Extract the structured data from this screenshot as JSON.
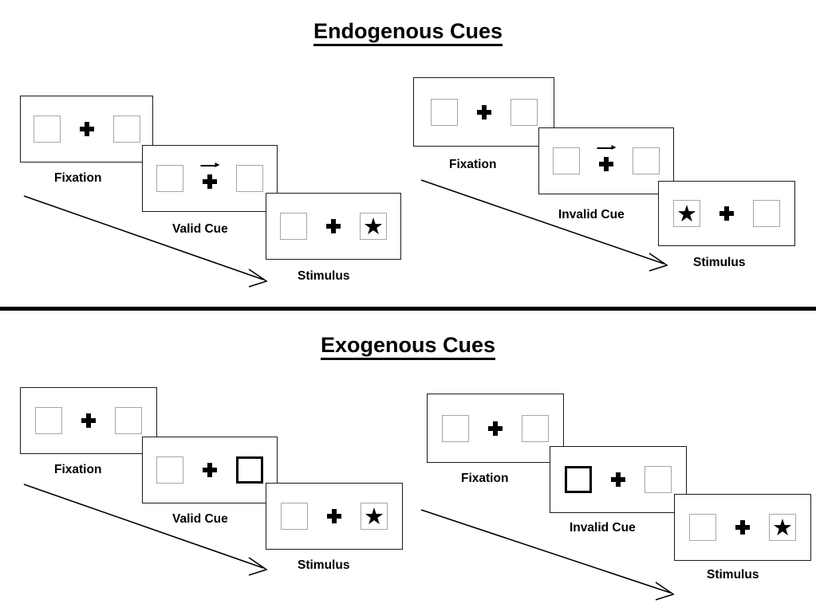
{
  "figure": {
    "title_top": "Endogenous Cues",
    "title_bottom": "Exogenous Cues"
  },
  "sections": [
    {
      "id": "endogenous",
      "title": "Endogenous Cues",
      "sequences": [
        {
          "id": "endogenous-valid",
          "validity": "valid",
          "frames": [
            {
              "caption": "Fixation",
              "cue_type": "none",
              "cue_side": "none",
              "stimulus_side": "none"
            },
            {
              "caption": "Valid Cue",
              "cue_type": "arrow",
              "cue_side": "right",
              "stimulus_side": "none"
            },
            {
              "caption": "Stimulus",
              "cue_type": "none",
              "cue_side": "none",
              "stimulus_side": "right"
            }
          ]
        },
        {
          "id": "endogenous-invalid",
          "validity": "invalid",
          "frames": [
            {
              "caption": "Fixation",
              "cue_type": "none",
              "cue_side": "none",
              "stimulus_side": "none"
            },
            {
              "caption": "Invalid Cue",
              "cue_type": "arrow",
              "cue_side": "right",
              "stimulus_side": "none"
            },
            {
              "caption": "Stimulus",
              "cue_type": "none",
              "cue_side": "none",
              "stimulus_side": "left"
            }
          ]
        }
      ]
    },
    {
      "id": "exogenous",
      "title": "Exogenous Cues",
      "sequences": [
        {
          "id": "exogenous-valid",
          "validity": "valid",
          "frames": [
            {
              "caption": "Fixation",
              "cue_type": "none",
              "cue_side": "none",
              "stimulus_side": "none"
            },
            {
              "caption": "Valid Cue",
              "cue_type": "box-flash",
              "cue_side": "right",
              "stimulus_side": "none"
            },
            {
              "caption": "Stimulus",
              "cue_type": "none",
              "cue_side": "none",
              "stimulus_side": "right"
            }
          ]
        },
        {
          "id": "exogenous-invalid",
          "validity": "invalid",
          "frames": [
            {
              "caption": "Fixation",
              "cue_type": "none",
              "cue_side": "none",
              "stimulus_side": "none"
            },
            {
              "caption": "Invalid Cue",
              "cue_type": "box-flash",
              "cue_side": "left",
              "stimulus_side": "none"
            },
            {
              "caption": "Stimulus",
              "cue_type": "none",
              "cue_side": "none",
              "stimulus_side": "right"
            }
          ]
        }
      ]
    }
  ],
  "glyphs": {
    "star": "★",
    "fixation_cross": "plus-cross-icon",
    "cue_arrow": "arrow-right-icon",
    "time_arrow": "time-flow-arrow-icon"
  },
  "colors": {
    "ink": "#000000",
    "panel_border": "#1a1a1a",
    "box_border": "#a6a6a6",
    "cued_box_border": "#000000",
    "background": "#ffffff"
  }
}
